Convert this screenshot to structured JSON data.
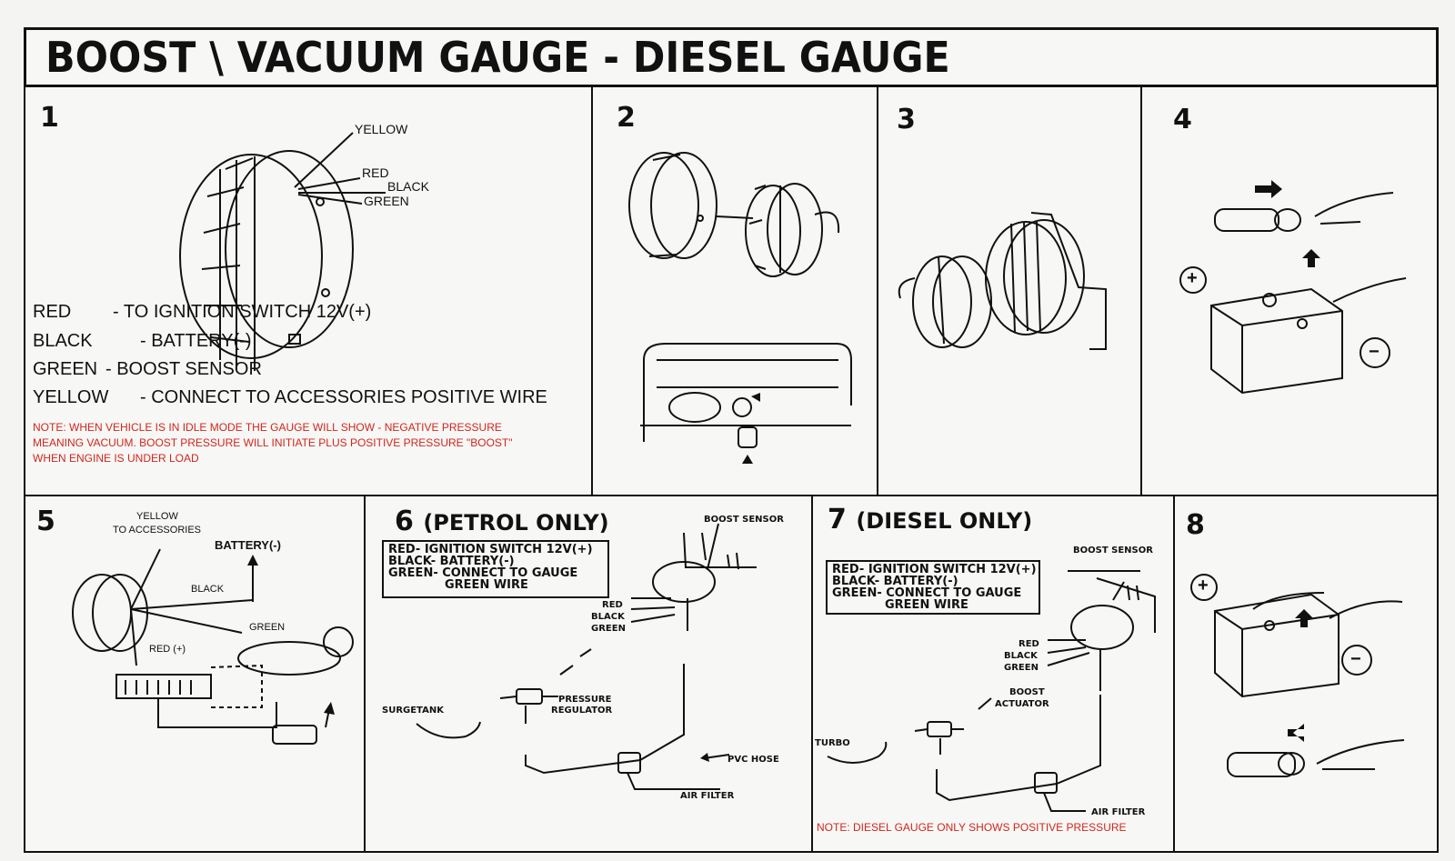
{
  "title": "BOOST \\ VACUUM GAUGE - DIESEL GAUGE",
  "panels": {
    "p1": {
      "number": "1",
      "wire_labels": [
        "YELLOW",
        "RED",
        "BLACK",
        "GREEN"
      ],
      "legend": [
        {
          "color": "RED",
          "desc": "- TO IGNITION SWITCH 12V(+)"
        },
        {
          "color": "BLACK",
          "desc": "- BATTERY(-)"
        },
        {
          "color": "GREEN",
          "desc": "- BOOST SENSOR"
        },
        {
          "color": "YELLOW",
          "desc": "- CONNECT TO ACCESSORIES POSITIVE WIRE"
        }
      ],
      "note": [
        "NOTE: WHEN VEHICLE IS IN IDLE MODE THE GAUGE WILL SHOW - NEGATIVE PRESSURE",
        "MEANING VACUUM. BOOST PRESSURE WILL INITIATE PLUS POSITIVE PRESSURE \"BOOST\"",
        "WHEN ENGINE IS UNDER LOAD"
      ]
    },
    "p2": {
      "number": "2"
    },
    "p3": {
      "number": "3"
    },
    "p4": {
      "number": "4",
      "plus": "+",
      "minus": "−"
    },
    "p5": {
      "number": "5",
      "yellow": "YELLOW",
      "accessories": "TO ACCESSORIES",
      "battery": "BATTERY(-)",
      "black": "BLACK",
      "green": "GREEN",
      "red": "RED (+)"
    },
    "p6": {
      "number": "6",
      "subtitle": "(PETROL ONLY)",
      "box": [
        "RED- IGNITION SWITCH 12V(+)",
        "BLACK- BATTERY(-)",
        "GREEN- CONNECT TO GAUGE",
        "GREEN WIRE"
      ],
      "boost_sensor": "BOOST SENSOR",
      "wires": [
        "RED",
        "BLACK",
        "GREEN"
      ],
      "surgetank": "SURGETANK",
      "pressure": "PRESSURE",
      "regulator": "REGULATOR",
      "pvc_hose": "PVC HOSE",
      "air_filter": "AIR FILTER"
    },
    "p7": {
      "number": "7",
      "subtitle": "(DIESEL ONLY)",
      "box": [
        "RED- IGNITION SWITCH 12V(+)",
        "BLACK- BATTERY(-)",
        "GREEN- CONNECT TO GAUGE",
        "GREEN WIRE"
      ],
      "boost_sensor": "BOOST SENSOR",
      "wires": [
        "RED",
        "BLACK",
        "GREEN"
      ],
      "boost": "BOOST",
      "actuator": "ACTUATOR",
      "turbo": "TURBO",
      "air_filter": "AIR FILTER",
      "note": "NOTE: DIESEL GAUGE ONLY SHOWS POSITIVE PRESSURE"
    },
    "p8": {
      "number": "8",
      "plus": "+",
      "minus": "−"
    }
  }
}
